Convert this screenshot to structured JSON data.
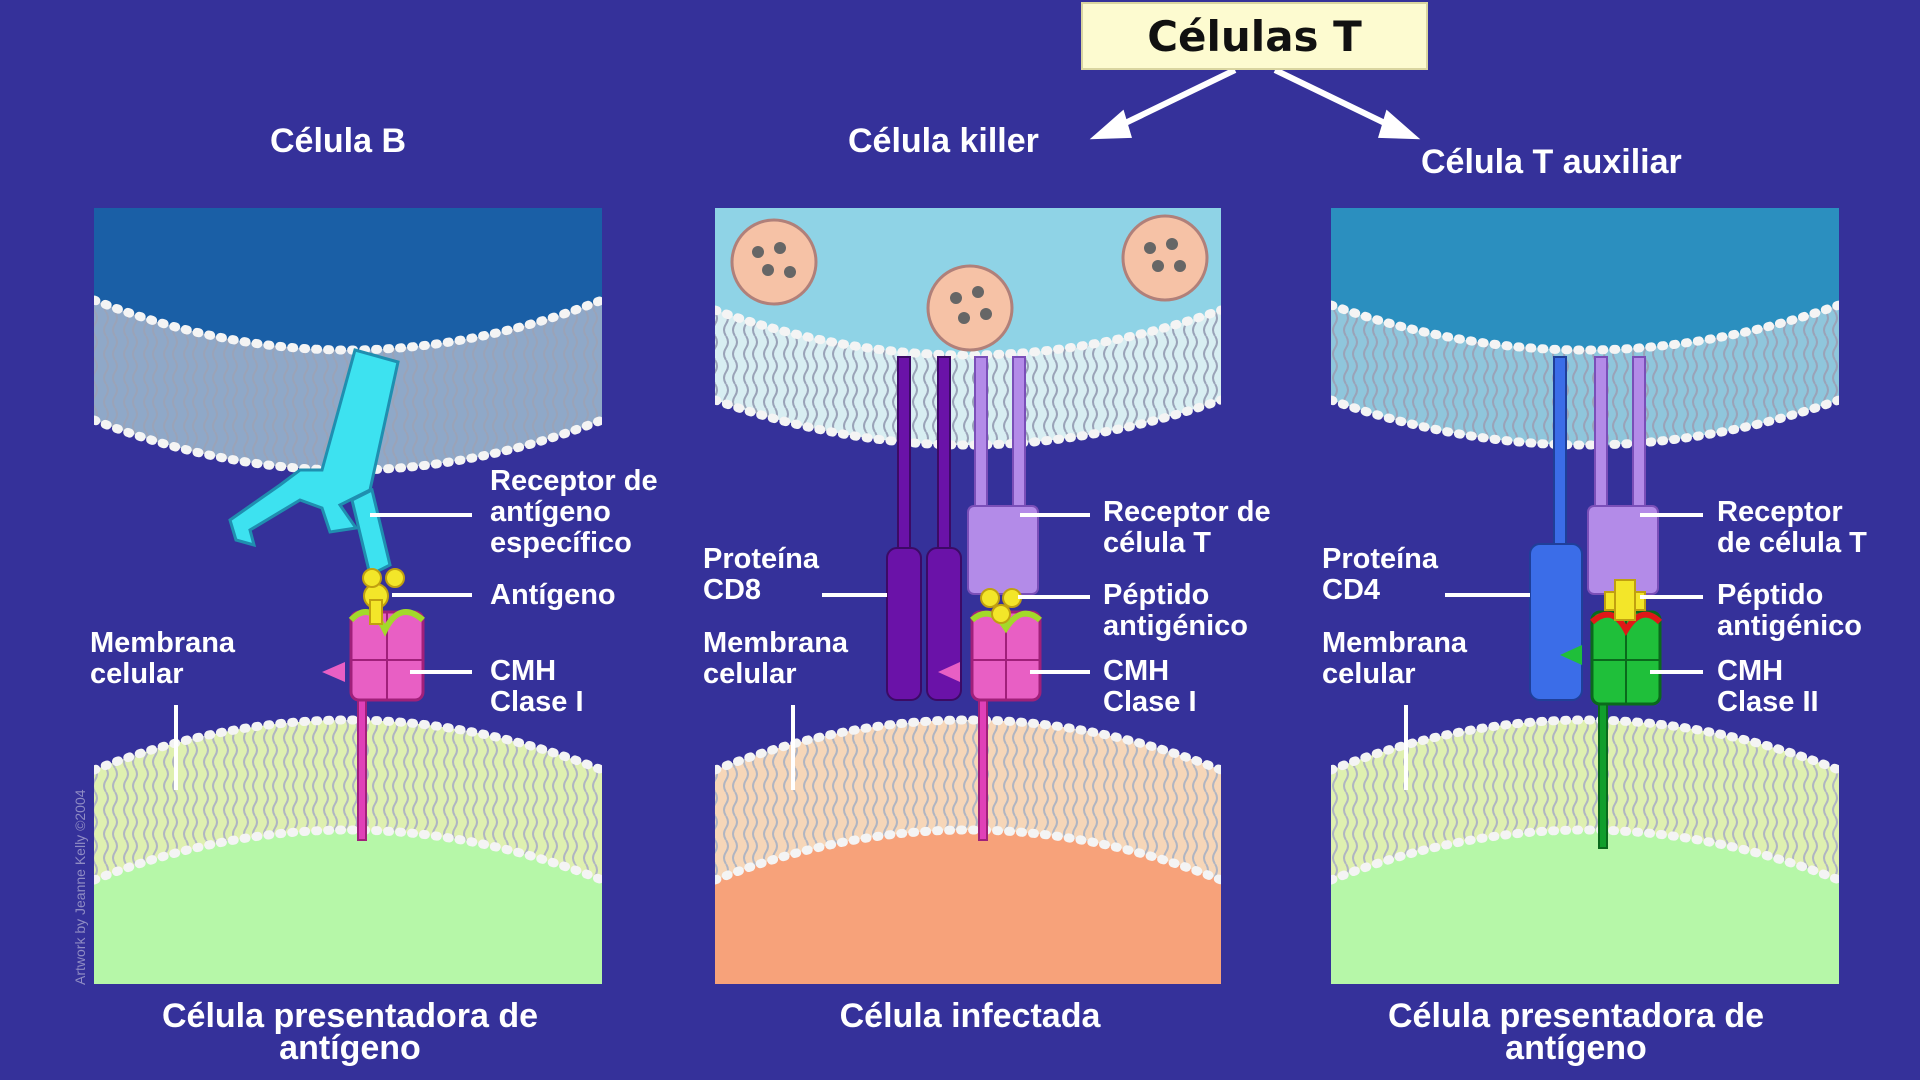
{
  "title": "Células T",
  "headings": {
    "b_cell": "Célula B",
    "killer": "Célula killer",
    "helper": "Célula T auxiliar"
  },
  "panel_b": {
    "receptor_label": [
      "Receptor de",
      "antígeno",
      "específico"
    ],
    "antigen_label": "Antígeno",
    "membrane_label": [
      "Membrana",
      "celular"
    ],
    "mhc_label": [
      "CMH",
      "Clase I"
    ],
    "bottom_label": [
      "Célula presentadora de",
      "antígeno"
    ]
  },
  "panel_killer": {
    "tcr_label": [
      "Receptor de",
      "célula T"
    ],
    "cd8_label": [
      "Proteína",
      "CD8"
    ],
    "peptide_label": [
      "Péptido",
      "antigénico"
    ],
    "membrane_label": [
      "Membrana",
      "celular"
    ],
    "mhc_label": [
      "CMH",
      "Clase I"
    ],
    "bottom_label": "Célula infectada"
  },
  "panel_helper": {
    "tcr_label": [
      "Receptor",
      "de célula T"
    ],
    "cd4_label": [
      "Proteína",
      "CD4"
    ],
    "peptide_label": [
      "Péptido",
      "antigénico"
    ],
    "membrane_label": [
      "Membrana",
      "celular"
    ],
    "mhc_label": [
      "CMH",
      "Clase II"
    ],
    "bottom_label": [
      "Célula presentadora de",
      "antígeno"
    ]
  },
  "credit": "Artwork by Jeanne Kelly ©2004",
  "colors": {
    "background": "#35319a",
    "title_box": "#fdfbd0",
    "b_cell_top": "#1a5fa6",
    "killer_top": "#8fd3e6",
    "helper_top": "#2b8fbf",
    "apc_bottom": "#b6f7a8",
    "infected_bottom": "#f7a27a",
    "mhc_class_i": "#e85fc4",
    "mhc_class_ii": "#1fbf3a",
    "antibody": "#3de2f0",
    "cd8": "#6a12a8",
    "cd4": "#3b6de8",
    "tcr": "#b38be8",
    "antigen": "#f3e629"
  }
}
